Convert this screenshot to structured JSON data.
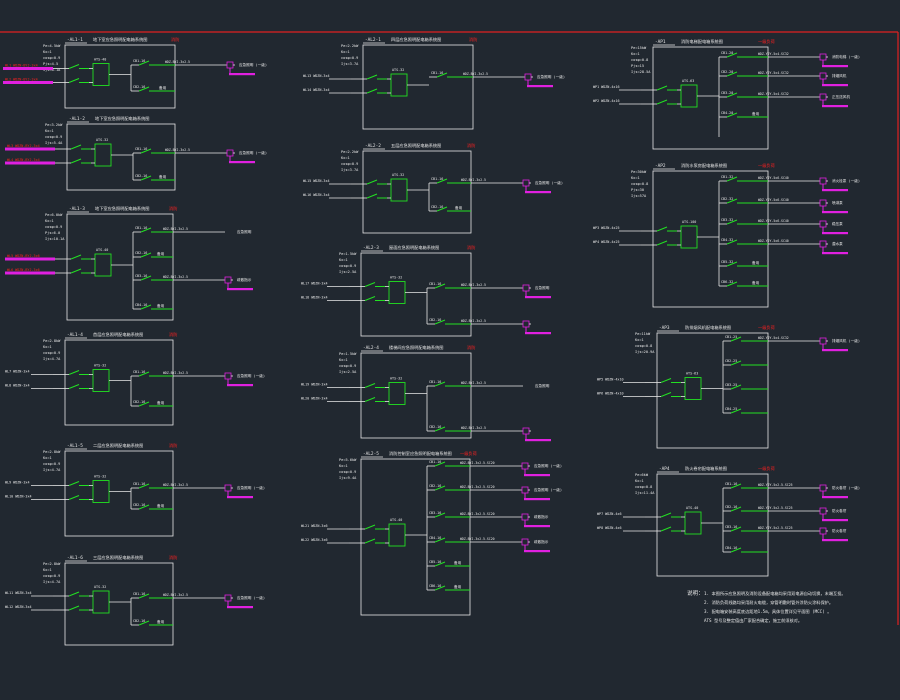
{
  "colors": {
    "background": "#212830",
    "line": "#e8e8e8",
    "breaker": "#22e022",
    "meter": "#22e022",
    "incoming_feed": "#e020e0",
    "outgoing_label": "#e020e0",
    "note_red": "#ff2020",
    "frame": "#e02020"
  },
  "panels": [
    {
      "head_code": "-AL1-1",
      "title": "地下室应急照明配电箱系统图",
      "red_tag": "消防",
      "params": [
        "Pe=4.5kW",
        "Kx=1",
        "cosφ=0.9",
        "Pjs=4.5",
        "Ijs=8.1A"
      ],
      "inputs": [
        "WL1 WDZN-BYJ-3x4",
        "WL2 WDZN-BYJ-3x4"
      ],
      "switch_label": "ATS-40",
      "outs": [
        {
          "breaker": "CB1-16",
          "cable": "WDZ-BYJ-3x2.5",
          "load": "应急照明 (一级)",
          "has_feed": true
        },
        {
          "breaker": "CB2-16",
          "cable": "",
          "load": "备用",
          "has_feed": false
        }
      ]
    },
    {
      "head_code": "-AL1-2",
      "title": "地下室应急照明配电箱系统图",
      "red_tag": "",
      "params": [
        "Pe=3.2kW",
        "Kx=1",
        "cosφ=0.9",
        "Ijs=5.4A"
      ],
      "inputs": [
        "WL3 WDZN-BYJ-3x4",
        "WL4 WDZN-BYJ-3x4"
      ],
      "switch_label": "ATS-32",
      "outs": [
        {
          "breaker": "CB1-16",
          "cable": "WDZ-BYJ-3x2.5",
          "load": "应急照明 (一级)",
          "has_feed": true
        },
        {
          "breaker": "CB2-16",
          "cable": "",
          "load": "备用",
          "has_feed": false
        }
      ]
    },
    {
      "head_code": "-AL1-3",
      "title": "地下室应急照明配电箱系统图",
      "red_tag": "消防",
      "params": [
        "Pe=6.0kW",
        "Kx=1",
        "cosφ=0.9",
        "Pjs=6.0",
        "Ijs=10.1A"
      ],
      "inputs": [
        "WL5 WDZN-BYJ-3x6",
        "WL6 WDZN-BYJ-3x6"
      ],
      "switch_label": "ATS-40",
      "outs": [
        {
          "breaker": "CB1-16",
          "cable": "WDZ-BYJ-3x2.5",
          "load": "应急照明",
          "has_feed": false
        },
        {
          "breaker": "CB2-16",
          "cable": "",
          "load": "备用",
          "has_feed": false
        },
        {
          "breaker": "CB3-16",
          "cable": "WDZ-BYJ-3x2.5",
          "load": "疏散指示",
          "has_feed": true
        },
        {
          "breaker": "CB4-16",
          "cable": "",
          "load": "备用",
          "has_feed": false
        }
      ]
    },
    {
      "head_code": "-AL1-4",
      "title": "首层应急照明配电箱系统图",
      "red_tag": "消防",
      "params": [
        "Pe=2.8kW",
        "Kx=1",
        "cosφ=0.9",
        "Ijs=4.7A"
      ],
      "inputs": [
        "WL7 WDZN-3x4",
        "WL8 WDZN-3x4"
      ],
      "switch_label": "ATS-32",
      "outs": [
        {
          "breaker": "CB1-16",
          "cable": "WDZ-BYJ-3x2.5",
          "load": "应急照明 (一级)",
          "has_feed": true
        },
        {
          "breaker": "CB2-16",
          "cable": "",
          "load": "备用",
          "has_feed": false
        }
      ]
    },
    {
      "head_code": "-AL1-5",
      "title": "二层应急照明配电箱系统图",
      "red_tag": "消防",
      "params": [
        "Pe=2.8kW",
        "Kx=1",
        "cosφ=0.9",
        "Ijs=4.7A"
      ],
      "inputs": [
        "WL9 WDZN-3x4",
        "WL10 WDZN-3x4"
      ],
      "switch_label": "ATS-32",
      "outs": [
        {
          "breaker": "CB1-16",
          "cable": "WDZ-BYJ-3x2.5",
          "load": "应急照明 (一级)",
          "has_feed": true
        },
        {
          "breaker": "CB2-16",
          "cable": "",
          "load": "备用",
          "has_feed": false
        }
      ]
    },
    {
      "head_code": "-AL1-6",
      "title": "三层应急照明配电箱系统图",
      "red_tag": "消防",
      "params": [
        "Pe=2.8kW",
        "Kx=1",
        "cosφ=0.9",
        "Ijs=4.7A"
      ],
      "inputs": [
        "WL11 WDZN-3x4",
        "WL12 WDZN-3x4"
      ],
      "switch_label": "ATS-32",
      "outs": [
        {
          "breaker": "CB1-16",
          "cable": "WDZ-BYJ-3x2.5",
          "load": "应急照明 (一级)",
          "has_feed": true
        },
        {
          "breaker": "CB2-16",
          "cable": "",
          "load": "备用",
          "has_feed": false
        }
      ]
    },
    {
      "head_code": "-AL2-1",
      "title": "四层应急照明配电箱系统图",
      "red_tag": "消防",
      "params": [
        "Pe=2.2kW",
        "Kx=1",
        "cosφ=0.9",
        "Ijs=3.7A"
      ],
      "inputs": [
        "WL13 WDZN-3x4",
        "WL14 WDZN-3x4"
      ],
      "switch_label": "ATS-32",
      "outs": [
        {
          "breaker": "CB1-16",
          "cable": "WDZ-BYJ-3x2.5",
          "load": "应急照明 (一级)",
          "has_feed": true
        }
      ]
    },
    {
      "head_code": "-AL2-2",
      "title": "五层应急照明配电箱系统图",
      "red_tag": "消防",
      "params": [
        "Pe=2.2kW",
        "Kx=1",
        "cosφ=0.9",
        "Ijs=3.7A"
      ],
      "inputs": [
        "WL15 WDZN-3x4",
        "WL16 WDZN-3x4"
      ],
      "switch_label": "ATS-32",
      "outs": [
        {
          "breaker": "CB1-16",
          "cable": "WDZ-BYJ-3x2.5",
          "load": "应急照明 (一级)",
          "has_feed": true
        },
        {
          "breaker": "CB2-16",
          "cable": "",
          "load": "备用",
          "has_feed": false
        }
      ]
    },
    {
      "head_code": "-AL2-3",
      "title": "屋面应急照明配电箱系统图",
      "red_tag": "消防",
      "params": [
        "Pe=1.5kW",
        "Kx=1",
        "cosφ=0.9",
        "Ijs=2.5A"
      ],
      "inputs": [
        "WL17 WDZN-3x4",
        "WL18 WDZN-3x4"
      ],
      "switch_label": "ATS-32",
      "outs": [
        {
          "breaker": "CB1-16",
          "cable": "WDZ-BYJ-3x2.5",
          "load": "应急照明",
          "has_feed": true
        },
        {
          "breaker": "CB2-16",
          "cable": "WDZ-BYJ-3x2.5",
          "load": "",
          "has_feed": true
        }
      ]
    },
    {
      "head_code": "-AL2-4",
      "title": "楼梯间应急照明配电箱系统图",
      "red_tag": "消防",
      "params": [
        "Pe=1.5kW",
        "Kx=1",
        "cosφ=0.9",
        "Ijs=2.5A"
      ],
      "inputs": [
        "WL19 WDZN-3x4",
        "WL20 WDZN-3x4"
      ],
      "switch_label": "ATS-32",
      "outs": [
        {
          "breaker": "CB1-16",
          "cable": "WDZ-BYJ-3x2.5",
          "load": "应急照明",
          "has_feed": false
        },
        {
          "breaker": "CB2-16",
          "cable": "WDZ-BYJ-3x2.5",
          "load": "",
          "has_feed": true
        }
      ]
    },
    {
      "head_code": "-AL2-5",
      "title": "消防控制室应急照明配电箱系统图",
      "red_tag": "一级负荷",
      "params": [
        "Pe=5.6kW",
        "Kx=1",
        "cosφ=0.9",
        "Ijs=9.4A"
      ],
      "inputs": [
        "WL21 WDZN-3x6",
        "WL22 WDZN-3x6"
      ],
      "switch_label": "ATS-40",
      "outs": [
        {
          "breaker": "CB1-16",
          "cable": "WDZ-BYJ-3x2.5-SC20",
          "load": "应急照明 (一级)",
          "has_feed": true
        },
        {
          "breaker": "CB2-16",
          "cable": "WDZ-BYJ-3x2.5-SC20",
          "load": "应急照明 (一级)",
          "has_feed": true
        },
        {
          "breaker": "CB3-16",
          "cable": "WDZ-BYJ-3x2.5-SC20",
          "load": "疏散指示",
          "has_feed": true
        },
        {
          "breaker": "CB4-16",
          "cable": "WDZ-BYJ-3x2.5-SC20",
          "load": "疏散指示",
          "has_feed": true
        },
        {
          "breaker": "CB5-16",
          "cable": "",
          "load": "备用",
          "has_feed": false
        },
        {
          "breaker": "CB6-16",
          "cable": "",
          "load": "备用",
          "has_feed": false
        }
      ]
    },
    {
      "head_code": "-AP1",
      "title": "消防电梯配电箱系统图",
      "red_tag": "一级负荷",
      "params": [
        "Pe=15kW",
        "Kx=1",
        "cosφ=0.8",
        "Pjs=15",
        "Ijs=28.5A"
      ],
      "inputs": [
        "WP1 WDZN-4x16",
        "WP2 WDZN-4x16"
      ],
      "switch_label": "ATS-63",
      "outs": [
        {
          "breaker": "CB1-20",
          "cable": "WDZ-YJY-5x4-SC32",
          "load": "消防电梯 (一级)",
          "has_feed": true
        },
        {
          "breaker": "CB2-20",
          "cable": "WDZ-YJY-5x4-SC32",
          "load": "排烟风机",
          "has_feed": true
        },
        {
          "breaker": "CB3-20",
          "cable": "WDZ-YJY-5x4-SC32",
          "load": "正压送风机",
          "has_feed": true
        },
        {
          "breaker": "CB4-20",
          "cable": "",
          "load": "备用",
          "has_feed": false
        }
      ]
    },
    {
      "head_code": "-AP2",
      "title": "消防水泵房配电箱系统图",
      "red_tag": "一级负荷",
      "params": [
        "Pe=30kW",
        "Kx=1",
        "cosφ=0.8",
        "Pjs=30",
        "Ijs=57A"
      ],
      "inputs": [
        "WP3 WDZN-4x25",
        "WP4 WDZN-4x25"
      ],
      "switch_label": "ATS-100",
      "outs": [
        {
          "breaker": "CB1-32",
          "cable": "WDZ-YJY-5x6-SC40",
          "load": "消火栓泵 (一级)",
          "has_feed": true
        },
        {
          "breaker": "CB2-32",
          "cable": "WDZ-YJY-5x6-SC40",
          "load": "喷淋泵",
          "has_feed": true
        },
        {
          "breaker": "CB3-32",
          "cable": "WDZ-YJY-5x6-SC40",
          "load": "稳压泵",
          "has_feed": true
        },
        {
          "breaker": "CB4-32",
          "cable": "WDZ-YJY-5x6-SC40",
          "load": "潜水泵",
          "has_feed": true
        },
        {
          "breaker": "CB5-32",
          "cable": "",
          "load": "备用",
          "has_feed": false
        },
        {
          "breaker": "CB6-32",
          "cable": "",
          "load": "备用",
          "has_feed": false
        }
      ]
    },
    {
      "head_code": "-AP3",
      "title": "防排烟风机配电箱系统图",
      "red_tag": "一级负荷",
      "params": [
        "Pe=11kW",
        "Kx=1",
        "cosφ=0.8",
        "Ijs=20.9A"
      ],
      "inputs": [
        "WP5 WDZN-4x10",
        "WP6 WDZN-4x10"
      ],
      "switch_label": "ATS-63",
      "outs": [
        {
          "breaker": "CB1-25",
          "cable": "WDZ-YJY-5x4-SC32",
          "load": "排烟风机 (一级)",
          "has_feed": true
        },
        {
          "breaker": "CB2-25",
          "cable": "",
          "load": "",
          "has_feed": false
        },
        {
          "breaker": "CB3-25",
          "cable": "",
          "load": "",
          "has_feed": false
        },
        {
          "breaker": "CB4-25",
          "cable": "",
          "load": "",
          "has_feed": false
        }
      ]
    },
    {
      "head_code": "-AP4",
      "title": "防火卷帘配电箱系统图",
      "red_tag": "一级负荷",
      "params": [
        "Pe=6kW",
        "Kx=1",
        "cosφ=0.8",
        "Ijs=11.4A"
      ],
      "inputs": [
        "WP7 WDZN-4x6",
        "WP8 WDZN-4x6"
      ],
      "switch_label": "ATS-40",
      "outs": [
        {
          "breaker": "CB1-16",
          "cable": "WDZ-YJY-5x2.5-SC25",
          "load": "防火卷帘 (一级)",
          "has_feed": true
        },
        {
          "breaker": "CB2-16",
          "cable": "WDZ-YJY-5x2.5-SC25",
          "load": "防火卷帘",
          "has_feed": true
        },
        {
          "breaker": "CB3-16",
          "cable": "WDZ-YJY-5x2.5-SC25",
          "load": "防火卷帘",
          "has_feed": true
        },
        {
          "breaker": "CB4-16",
          "cable": "",
          "load": "",
          "has_feed": false
        }
      ]
    }
  ],
  "notes": {
    "heading": "说明：",
    "lines": [
      "1. 本图所示应急照明及消防设备配电箱均采用双电源自动切换，末端互投。",
      "2. 消防负荷线路均采用耐火电缆，穿管明敷时管外涂防火涂料保护。",
      "3. 配电箱安装高度底边距地1.5m，具体位置详见平面图 (MCC) 。",
      "   ATS 型号及整定值由厂家配合确定，施工前须核对。"
    ]
  }
}
